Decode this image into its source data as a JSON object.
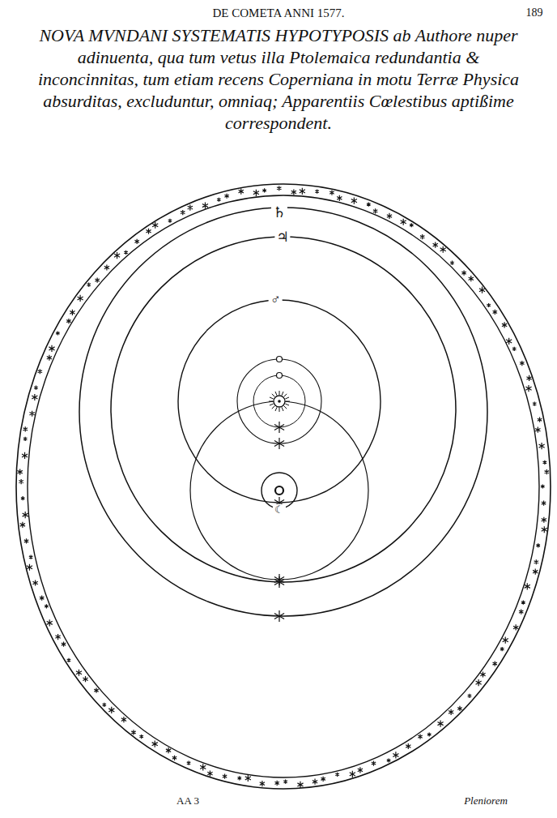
{
  "diagram": {
    "title": "NOVA MVNDANI SYSTEMATIS HYPOTYPOSIS ab Authore nuper adinuenta, qua tum vetus illa Ptolemaica redundantia & inconcinnitas, tum etiam recens Coperniana in motu Terræ Physica absurditas, excluduntur, omniaq; Apparentiis Cœlestibus aptißime correspondent.",
    "labels": [
      "DE COMETA ANNI 1577.",
      "189",
      "♄",
      "♃",
      "♂",
      "☾",
      "AA 3",
      "Pleniorem"
    ]
  }
}
